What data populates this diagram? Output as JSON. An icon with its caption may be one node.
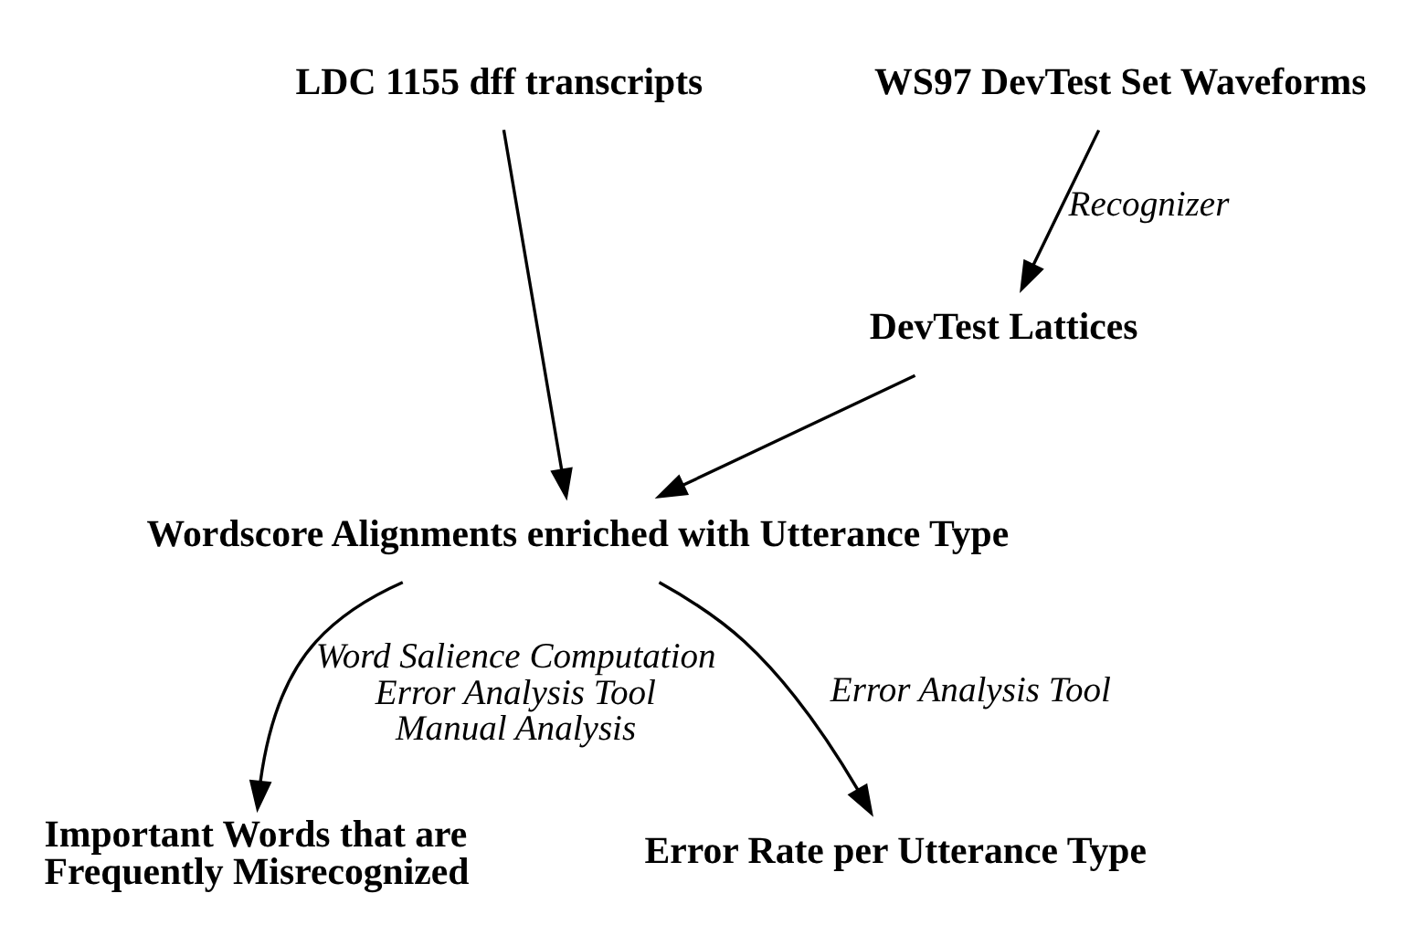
{
  "diagram": {
    "nodes": [
      {
        "text": [
          "LDC 1155 dff transcripts"
        ]
      },
      {
        "text": [
          "WS97 DevTest Set Waveforms"
        ]
      },
      {
        "text": [
          "DevTest Lattices"
        ]
      },
      {
        "text": [
          "Wordscore Alignments enriched with Utterance Type"
        ]
      },
      {
        "text": [
          "Important Words that are Frequently Misrecognized"
        ]
      },
      {
        "text": [
          "Error Rate per Utterance Type"
        ]
      }
    ],
    "edges": [
      {
        "from": 0,
        "to": 3,
        "arrow": "to"
      },
      {
        "from": 1,
        "to": 2,
        "arrow": "to",
        "label": "Recognizer"
      },
      {
        "from": 2,
        "to": 3,
        "arrow": "to"
      },
      {
        "from": 3,
        "to": 4,
        "arrow": "to",
        "label": "Word Salience Computation Error Analysis Tool Manual Analysis"
      },
      {
        "from": 3,
        "to": 5,
        "arrow": "to",
        "label": "Error Analysis Tool"
      }
    ]
  }
}
